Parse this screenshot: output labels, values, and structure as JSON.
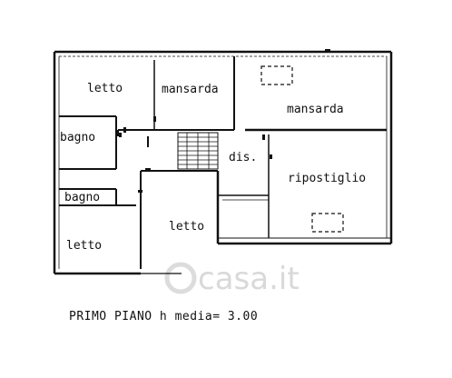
{
  "rooms": {
    "letto_top": "letto",
    "mansarda_left": "mansarda",
    "mansarda_right": "mansarda",
    "bagno_top": "bagno",
    "dis": "dis.",
    "ripostiglio": "ripostiglio",
    "bagno_bottom": "bagno",
    "letto_center": "letto",
    "letto_bottom": "letto"
  },
  "caption": "PRIMO PIANO h media= 3.00",
  "watermark": "casa.it",
  "colors": {
    "wall": "#111111",
    "watermark": "#d9d9d9",
    "background": "#ffffff"
  }
}
